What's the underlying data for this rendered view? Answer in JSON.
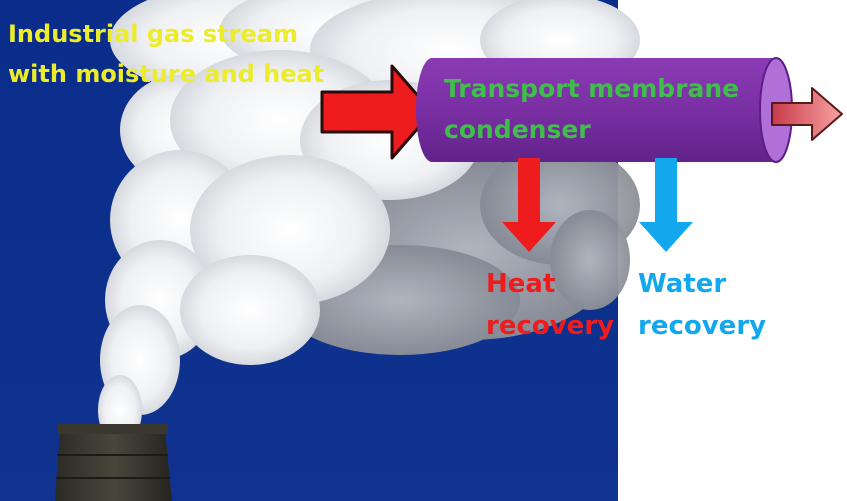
{
  "labels": {
    "input_line1": "Industrial gas stream",
    "input_line2": "with moisture and heat",
    "condenser_line1": "Transport membrane",
    "condenser_line2": "condenser",
    "heat_line1": "Heat",
    "heat_line2": "recovery",
    "water_line1": "Water",
    "water_line2": "recovery"
  },
  "colors": {
    "sky": "#0d2f93",
    "input_text": "#ecec2a",
    "condenser_fill": "#7a2fa3",
    "condenser_text": "#3fbf4a",
    "heat": "#ee1c1c",
    "water": "#13a8ee",
    "exhaust_arrow": "#f28a8a"
  },
  "icons": {
    "input_arrow": "arrow-right-icon",
    "heat_arrow": "arrow-down-icon",
    "water_arrow": "arrow-down-icon",
    "exhaust_arrow": "arrow-right-icon",
    "photo": "smokestack-photo"
  }
}
